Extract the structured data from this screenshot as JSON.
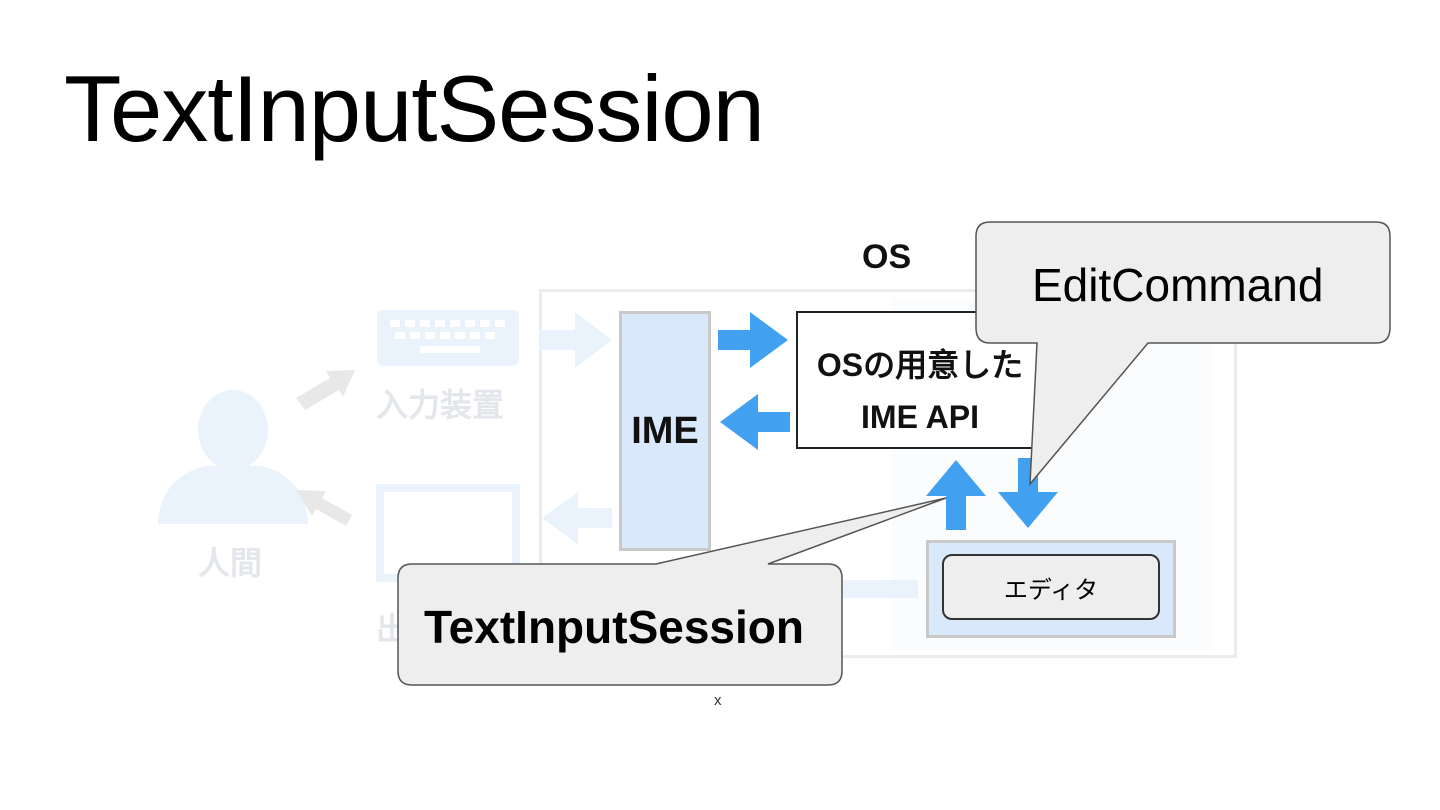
{
  "slide": {
    "title": "TextInputSession"
  },
  "diagram": {
    "os_label": "OS",
    "ime_label": "IME",
    "api_line1": "OSの用意した",
    "api_line2": "IME API",
    "editor_label": "エディタ",
    "human_label": "人間",
    "input_device_label": "入力装置",
    "output_device_label": "出",
    "x_label": "x"
  },
  "callouts": {
    "edit_command": "EditCommand",
    "text_input_session": "TextInputSession"
  },
  "colors": {
    "arrow_blue": "#42a0f0",
    "ime_fill": "#d9e9fb",
    "faded_gray": "#e3e6ea",
    "faded_blue": "#eaf3fc",
    "bubble_fill": "#eeeeee"
  }
}
